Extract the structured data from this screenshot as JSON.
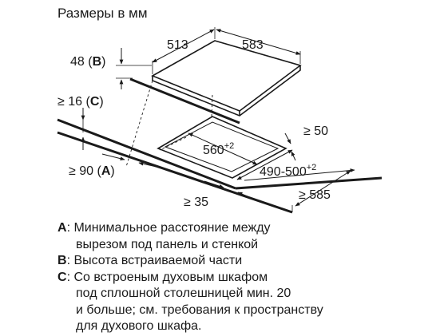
{
  "title": "Размеры в мм",
  "dimensions": {
    "hob_depth": "513",
    "hob_width": "583",
    "height_b_value": "48",
    "height_b_key": "B",
    "gap_c_value": "≥ 16",
    "gap_c_key": "C",
    "cutout_width": "560",
    "cutout_width_tol": "+2",
    "to_back_edge": "≥ 50",
    "cutout_depth": "490-500",
    "cutout_depth_tol": "+2",
    "gap_a_value": "≥ 90",
    "gap_a_key": "A",
    "to_front_edge": "≥ 35",
    "worktop_depth": "≥ 585"
  },
  "legend": [
    {
      "key": "A",
      "lines": [
        "Минимальное расстояние между",
        "вырезом под панель и стенкой"
      ]
    },
    {
      "key": "B",
      "lines": [
        "Высота встраиваемой части"
      ]
    },
    {
      "key": "C",
      "lines": [
        "Со встроеным духовым шкафом",
        "под сплошной столешницей мин. 20",
        "и больше; см. требования к пространству",
        "для духового шкафа."
      ]
    }
  ]
}
